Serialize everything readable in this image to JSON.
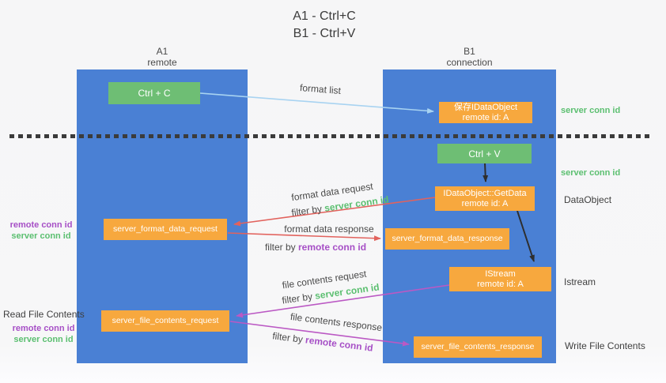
{
  "title": {
    "line1": "A1 - Ctrl+C",
    "line2": "B1 - Ctrl+V"
  },
  "columns": {
    "a1": {
      "name": "A1",
      "role": "remote"
    },
    "b1": {
      "name": "B1",
      "role": "connection"
    }
  },
  "nodes": {
    "ctrl_c": "Ctrl + C",
    "ctrl_v": "Ctrl + V",
    "save_idataobject": {
      "line1": "保存IDataObject",
      "line2": "remote id: A"
    },
    "getdata": {
      "line1": "IDataObject::GetData",
      "line2": "remote id: A"
    },
    "istream": {
      "line1": "IStream",
      "line2": "remote id: A"
    },
    "format_request": "server_format_data_request",
    "format_response": "server_format_data_response",
    "file_request": "server_file_contents_request",
    "file_response": "server_file_contents_response"
  },
  "annotations": {
    "format_list": "format list",
    "format_data_request": "format data request",
    "format_data_response": "format data response",
    "file_contents_request": "file contents request",
    "file_contents_response": "file contents response",
    "filter_by": "filter by",
    "server_conn_id": "server conn id",
    "remote_conn_id": "remote conn id"
  },
  "side_labels": {
    "right_top_server_conn_id": "server conn id",
    "right_mid_server_conn_id": "server conn id",
    "dataobject": "DataObject",
    "istream": "Istream",
    "write_file_contents": "Write File Contents",
    "read_file_contents": "Read File Contents",
    "mid_left_remote_conn_id": "remote conn id",
    "mid_left_server_conn_id": "server conn id",
    "bottom_left_remote_conn_id": "remote conn id",
    "bottom_left_server_conn_id": "server conn id"
  },
  "colors": {
    "column_blue": "#4a80d4",
    "node_green": "#6ebe74",
    "node_orange": "#f7a83e",
    "arrow_light_blue": "#a8d3f1",
    "arrow_red": "#e2625d",
    "arrow_magenta": "#bb59c4",
    "arrow_black": "#2e2e2e",
    "text_green": "#5bbf70",
    "text_purple": "#a64fc6",
    "text_dark": "#3f3f3f"
  }
}
